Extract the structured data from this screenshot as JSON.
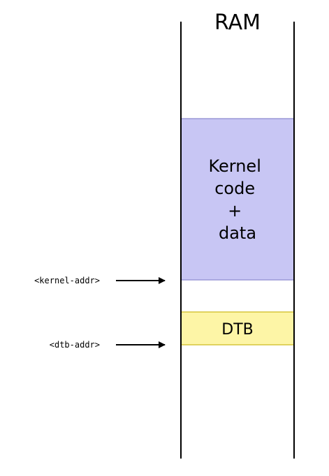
{
  "memory": {
    "title": "RAM"
  },
  "regions": {
    "kernel": {
      "lines": [
        "Kernel",
        "code",
        "+",
        "data"
      ],
      "fill": "#c8c6f4",
      "stroke": "#9b99d6"
    },
    "dtb": {
      "label": "DTB",
      "fill": "#fdf5a6",
      "stroke": "#d6c53a"
    }
  },
  "pointers": {
    "kernel_addr": "<kernel-addr>",
    "dtb_addr": "<dtb-addr>"
  },
  "colors": {
    "line": "#000000",
    "text": "#000000"
  }
}
